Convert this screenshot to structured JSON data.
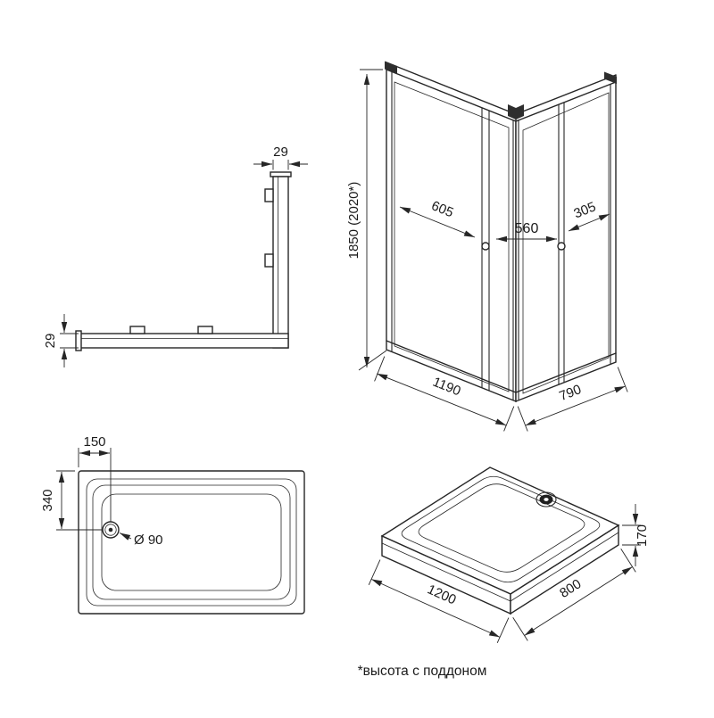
{
  "page": {
    "background": "#ffffff",
    "line_color": "#262626"
  },
  "footnote": "*высота с поддоном",
  "profile_view": {
    "width_dim": "29",
    "depth_dim": "29"
  },
  "enclosure_view": {
    "height_dim": "1850 (2020*)",
    "left_panel_dim": "605",
    "door_dim": "560",
    "right_panel_dim": "305",
    "base_depth_dim": "1190",
    "base_width_dim": "790"
  },
  "tray_top_view": {
    "drain_offset_h_dim": "150",
    "drain_offset_v_dim": "340",
    "drain_diameter_label": "Ø 90"
  },
  "tray_iso_view": {
    "length_dim": "1200",
    "width_dim": "800",
    "height_dim": "170"
  }
}
